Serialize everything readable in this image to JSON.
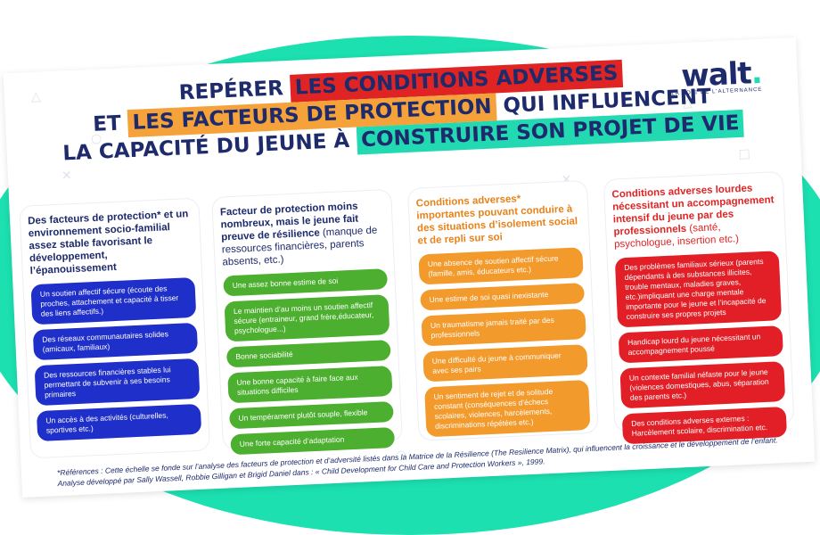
{
  "title": {
    "line1_a": "REPÉRER",
    "line1_b": "LES CONDITIONS ADVERSES",
    "line2_a": "ET",
    "line2_b": "LES FACTEURS DE PROTECTION",
    "line2_c": "QUI INFLUENCENT",
    "line3_a": "LA CAPACITÉ DU JEUNE À",
    "line3_b": "CONSTRUIRE SON PROJET DE VIE"
  },
  "logo": {
    "word": "walt",
    "dot": ".",
    "tagline": "LA VOIE DE L'ALTERNANCE"
  },
  "columns": [
    {
      "title": "Des facteurs de protection* et un environnement socio-familial assez stable favorisant le développement, l’épanouissement",
      "title_tail": "",
      "items": [
        "Un soutien affectif sécure (écoute des proches, attachement et capacité à tisser des liens affectifs.)",
        "Des réseaux communautaires solides (amicaux, familiaux)",
        "Des ressources financières stables lui permettant de subvenir à ses besoins primaires",
        "Un accès à des activités (culturelles, sportives etc.)"
      ]
    },
    {
      "title": "Facteur de protection moins nombreux, mais le jeune fait preuve de résilience",
      "title_tail": "(manque de ressources financières, parents absents, etc.)",
      "items": [
        "Une assez bonne estime de soi",
        "Le maintien d’au moins un soutien affectif sécure (entraineur, grand frère,éducateur, psychologue...)",
        "Bonne sociabilité",
        "Une bonne capacité à faire face aux situations difficiles",
        "Un tempérament plutôt souple, flexible",
        "Une forte capacité d’adaptation"
      ]
    },
    {
      "title": "Conditions adverses* importantes pouvant conduire à des situations d’isolement social et de repli sur soi",
      "title_tail": "",
      "items": [
        "Une absence de soutien affectif sécure (famille, amis, éducateurs etc.)",
        "Une estime de soi quasi inexistante",
        "Un traumatisme jamais traité par des professionnels",
        "Une difficulté du jeune à communiquer avec ses pairs",
        "Un sentiment de rejet et de solitude constant (conséquences d’échecs scolaires, violences, harcèlements, discriminations répétées etc.)"
      ]
    },
    {
      "title": "Conditions adverses lourdes nécessitant un accompagnement intensif du jeune par des professionnels",
      "title_tail": "(santé, psychologue, insertion etc.)",
      "items": [
        "Des problèmes familiaux sérieux (parents dépendants à des substances illicites, trouble mentaux, maladies graves, etc.)impliquant une charge mentale importante pour le jeune et l’incapacité de construire ses propres projets",
        "Handicap lourd du jeune nécessitant un accompagnement poussé",
        "Un contexte familial néfaste pour le jeune (violences domestiques, abus, séparation des parents etc.)",
        "Des conditions adverses externes : Harcèlement scolaire, discrimination etc."
      ]
    }
  ],
  "references": "*Références : Cette échelle se fonde sur l’analyse des facteurs de protection et d’adversité listés dans la Matrice de la Résilience (The Resilience Matrix), qui influencent la croissance et le développement de l’enfant. Analyse développé par Sally Wassell, Robbie Gilligan et Brigid Daniel dans : « Child Development for Child Care and Protection Workers », 1999.",
  "colors": {
    "navy": "#1d2a6c",
    "red": "#e02424",
    "orange": "#f6a23a",
    "teal": "#22d9b2",
    "blue": "#1f2fc9",
    "green": "#4caf2f"
  }
}
